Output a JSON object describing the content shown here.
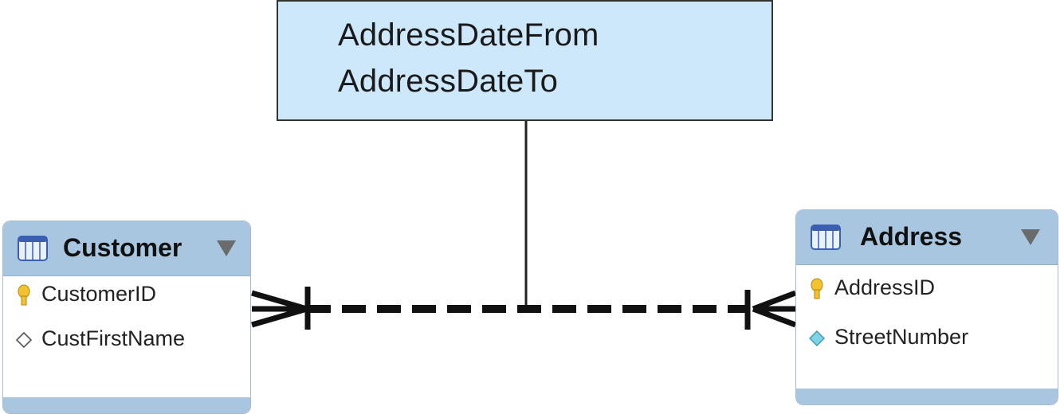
{
  "relationship_attributes": {
    "lines": [
      "AddressDateFrom",
      "AddressDateTo"
    ]
  },
  "entities": {
    "customer": {
      "title": "Customer",
      "columns": [
        {
          "name": "CustomerID",
          "icon": "key-icon"
        },
        {
          "name": "CustFirstName",
          "icon": "diamond-outline-icon"
        }
      ]
    },
    "address": {
      "title": "Address",
      "columns": [
        {
          "name": "AddressID",
          "icon": "key-icon"
        },
        {
          "name": "StreetNumber",
          "icon": "diamond-filled-icon"
        }
      ]
    }
  },
  "colors": {
    "attr_box_fill": "#cde8fb",
    "entity_header": "#a8c6df",
    "key_icon": "#f2c230",
    "diamond_filled": "#7fd3e6"
  }
}
